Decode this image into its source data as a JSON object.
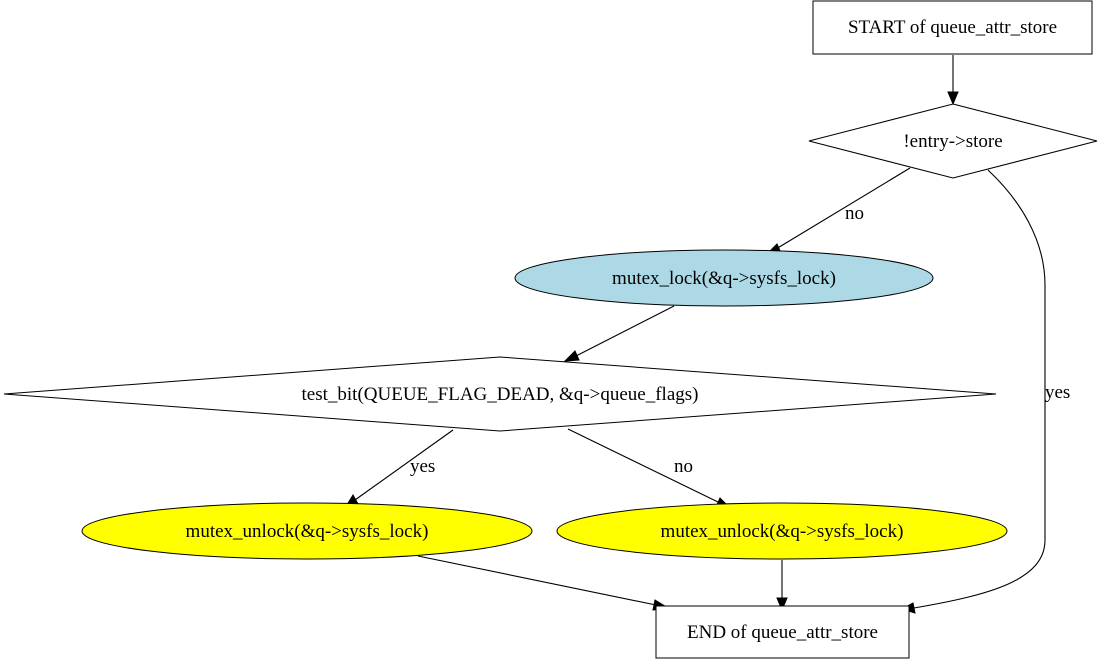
{
  "diagram": {
    "colors": {
      "lock_fill": "#add8e6",
      "unlock_fill": "#ffff00",
      "default_fill": "#ffffff",
      "stroke": "#000000"
    },
    "nodes": {
      "start": {
        "label": "START of queue_attr_store",
        "shape": "box"
      },
      "check_store": {
        "label": "!entry->store",
        "shape": "diamond"
      },
      "mutex_lock": {
        "label": "mutex_lock(&q->sysfs_lock)",
        "shape": "ellipse"
      },
      "test_bit": {
        "label": "test_bit(QUEUE_FLAG_DEAD, &q->queue_flags)",
        "shape": "diamond"
      },
      "unlock_yes": {
        "label": "mutex_unlock(&q->sysfs_lock)",
        "shape": "ellipse"
      },
      "unlock_no": {
        "label": "mutex_unlock(&q->sysfs_lock)",
        "shape": "ellipse"
      },
      "end": {
        "label": "END of queue_attr_store",
        "shape": "box"
      }
    },
    "edges": [
      {
        "from": "start",
        "to": "check_store",
        "label": ""
      },
      {
        "from": "check_store",
        "to": "mutex_lock",
        "label": "no"
      },
      {
        "from": "check_store",
        "to": "end",
        "label": "yes"
      },
      {
        "from": "mutex_lock",
        "to": "test_bit",
        "label": ""
      },
      {
        "from": "test_bit",
        "to": "unlock_yes",
        "label": "yes"
      },
      {
        "from": "test_bit",
        "to": "unlock_no",
        "label": "no"
      },
      {
        "from": "unlock_yes",
        "to": "end",
        "label": ""
      },
      {
        "from": "unlock_no",
        "to": "end",
        "label": ""
      }
    ]
  }
}
